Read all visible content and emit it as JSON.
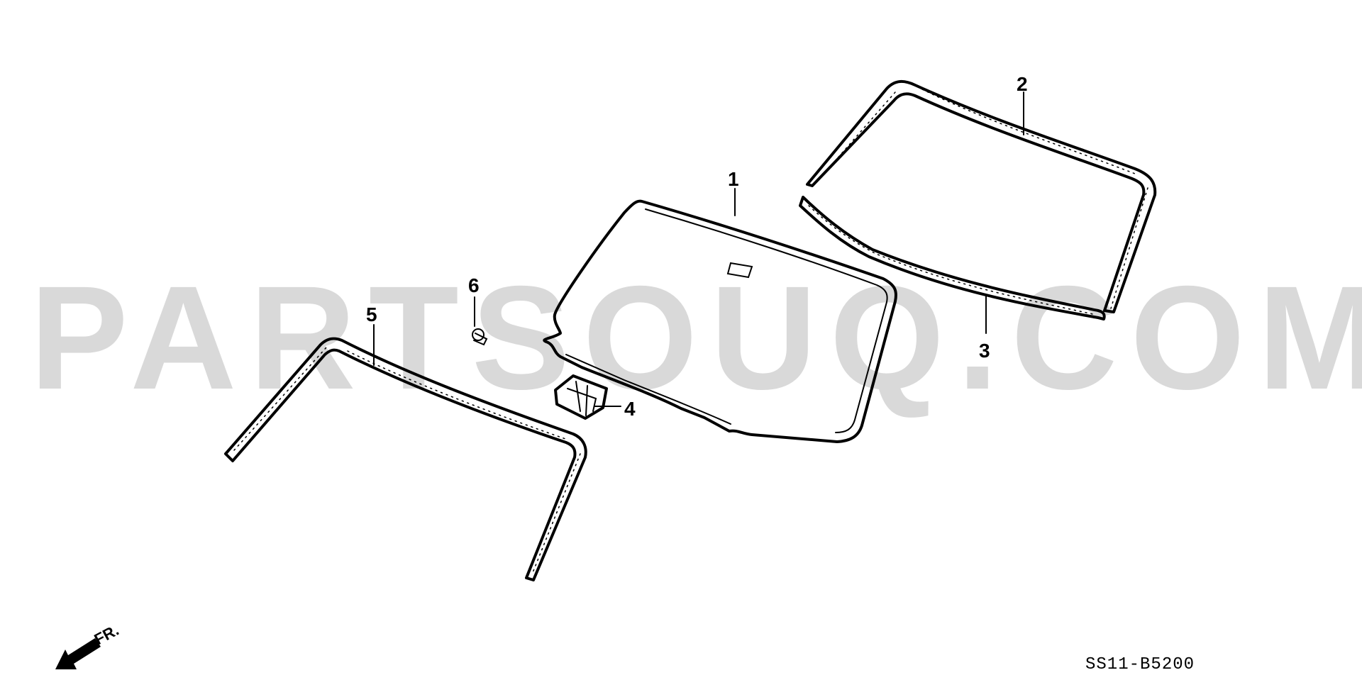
{
  "watermark": "PARTSOUQ.COM",
  "callouts": {
    "c1": "1",
    "c2": "2",
    "c3": "3",
    "c4": "4",
    "c5": "5",
    "c6": "6"
  },
  "direction_label": "FR.",
  "diagram_code": "SS11-B5200"
}
